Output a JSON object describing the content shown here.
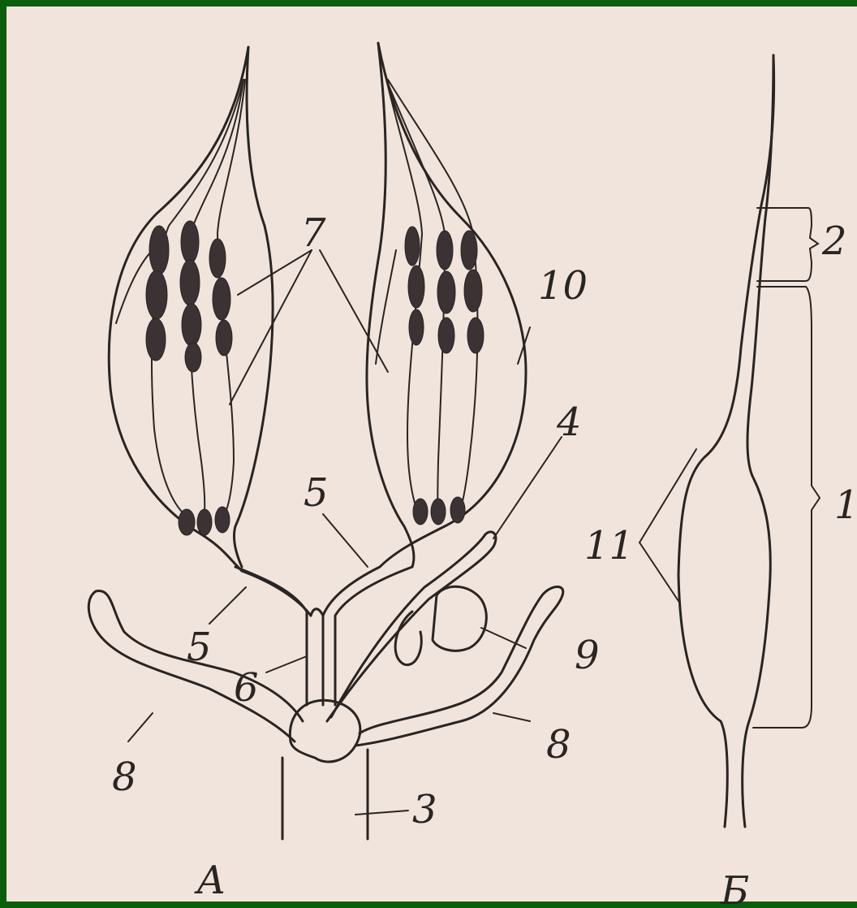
{
  "figure": {
    "labels": {
      "n1": "1",
      "n2": "2",
      "n3": "3",
      "n4": "4",
      "n5a": "5",
      "n5b": "5",
      "n6": "6",
      "n7": "7",
      "n8a": "8",
      "n8b": "8",
      "n9": "9",
      "n10": "10",
      "n11": "11"
    },
    "panel_a": "A",
    "panel_b": "Б"
  }
}
